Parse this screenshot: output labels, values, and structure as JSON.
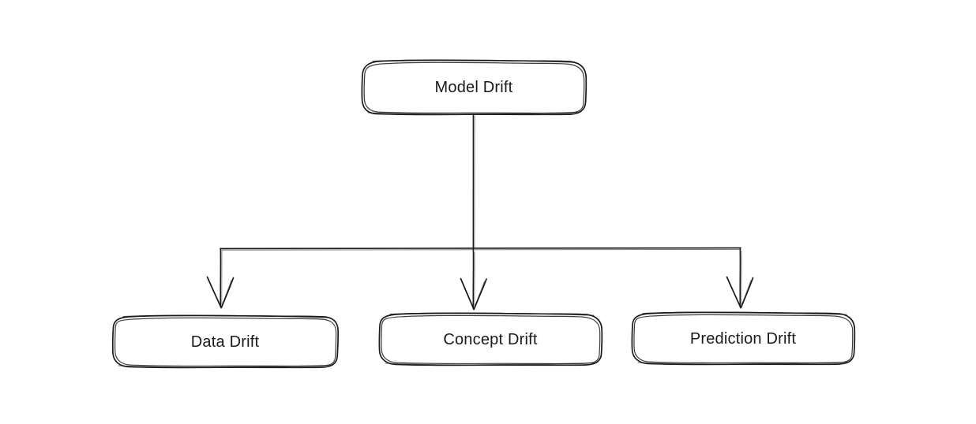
{
  "diagram": {
    "title": "Model Drift",
    "type": "hierarchy-tree",
    "style": "hand-drawn",
    "background_color": "#ffffff",
    "stroke_color": "#1a1a1a",
    "text_color": "#1a1a1a",
    "root": {
      "id": "model-drift",
      "label": "Model Drift"
    },
    "children": [
      {
        "id": "data-drift",
        "label": "Data Drift"
      },
      {
        "id": "concept-drift",
        "label": "Concept Drift"
      },
      {
        "id": "prediction-drift",
        "label": "Prediction Drift"
      }
    ],
    "connectors": [
      {
        "id": "root-stem",
        "from": "model-drift",
        "to": "branch-bar"
      },
      {
        "id": "branch-bar",
        "from": "root-stem",
        "to": "all-children"
      },
      {
        "id": "arrow-data",
        "from": "branch-bar",
        "to": "data-drift",
        "arrowhead": "down"
      },
      {
        "id": "arrow-concept",
        "from": "branch-bar",
        "to": "concept-drift",
        "arrowhead": "down"
      },
      {
        "id": "arrow-prediction",
        "from": "branch-bar",
        "to": "prediction-drift",
        "arrowhead": "down"
      }
    ]
  }
}
